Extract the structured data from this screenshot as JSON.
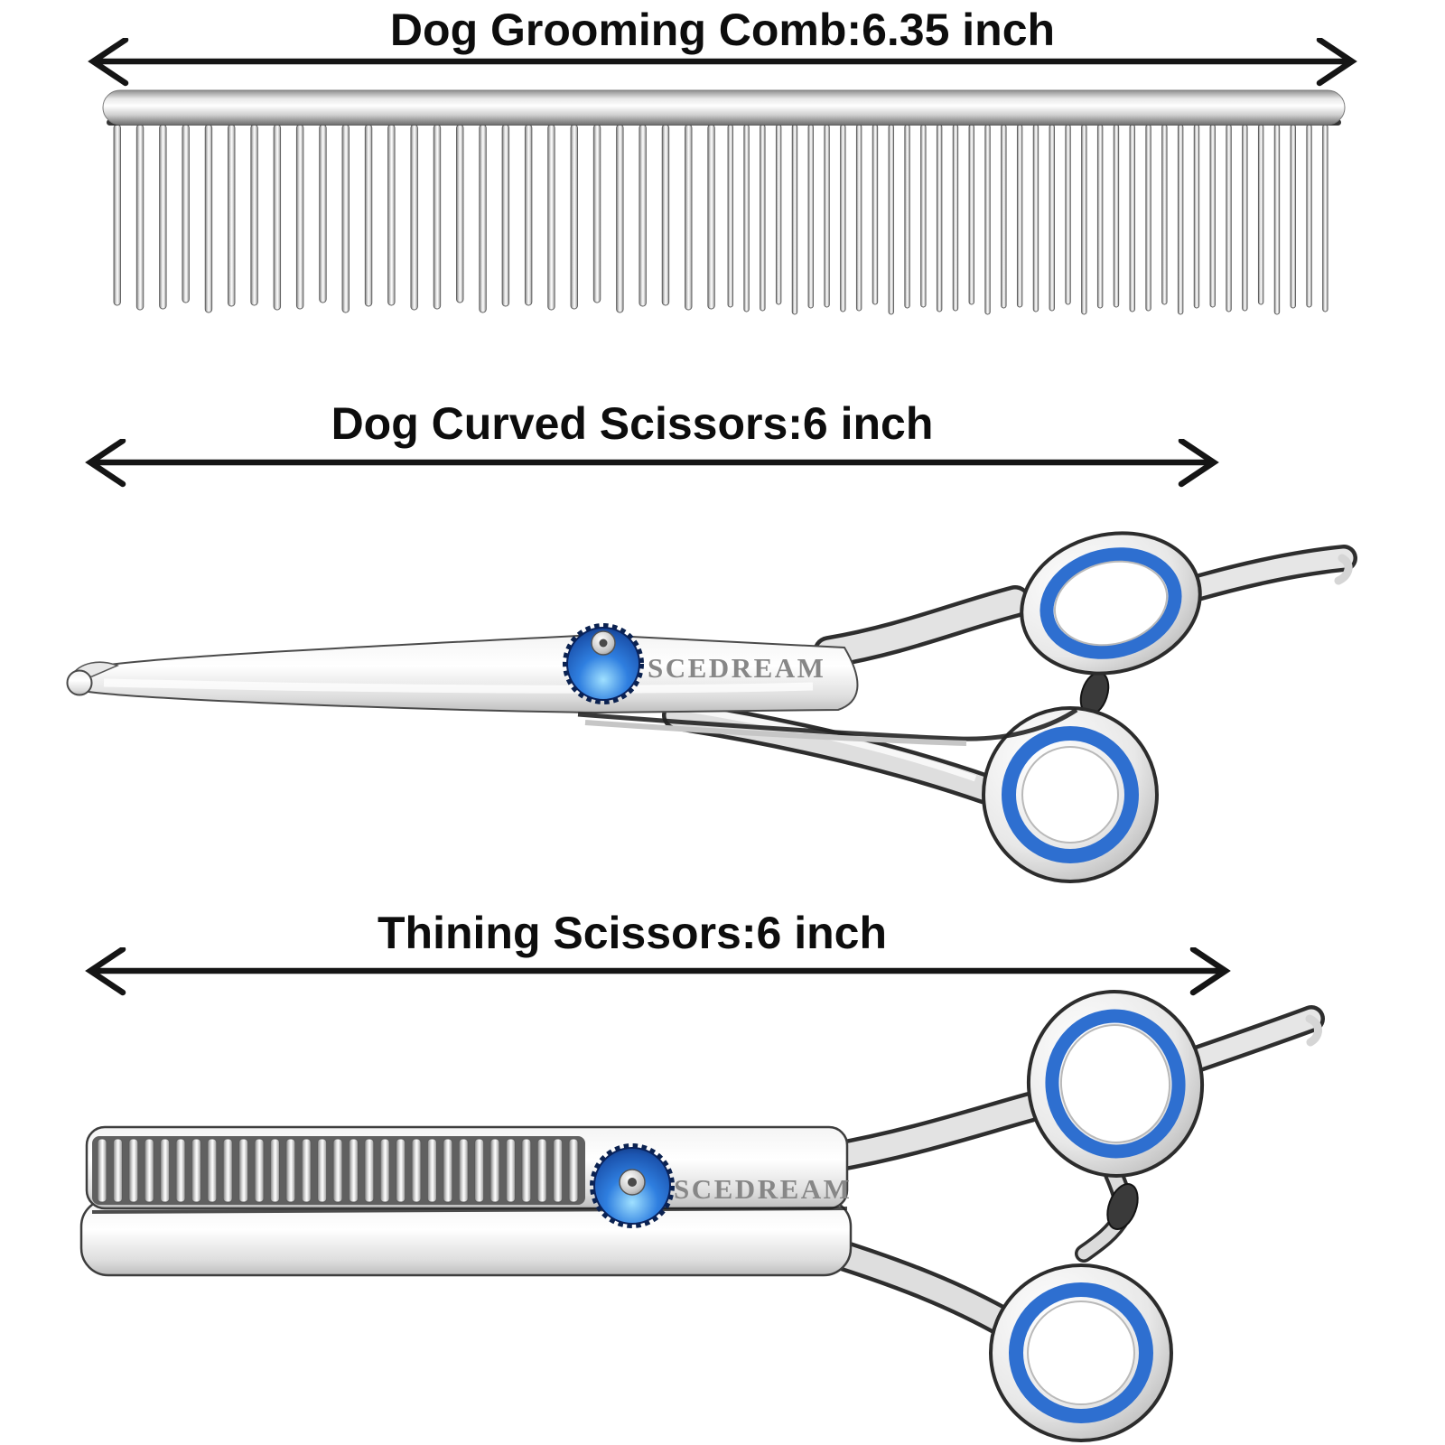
{
  "page": {
    "background": "#ffffff"
  },
  "brand": "SCEDREAM",
  "sections": {
    "comb": {
      "label": "Dog Grooming Comb:6.35 inch"
    },
    "curved": {
      "label": "Dog Curved Scissors:6 inch"
    },
    "thinning": {
      "label": "Thining Scissors:6 inch"
    }
  },
  "comb": {
    "coarse_teeth": 27,
    "fine_teeth": 38
  },
  "thinning": {
    "blade_teeth": 31
  },
  "colors": {
    "text": "#0d0d0d",
    "arrow": "#151515",
    "knob_blue_light": "#9fe0ff",
    "knob_blue_mid": "#2f7fe0",
    "knob_blue_dark": "#0c2a66",
    "ring_insert_blue": "#2e6fd0",
    "steel_light": "#fdfdfd",
    "steel_mid": "#c9c9c9",
    "steel_dark": "#6f6f6f"
  }
}
